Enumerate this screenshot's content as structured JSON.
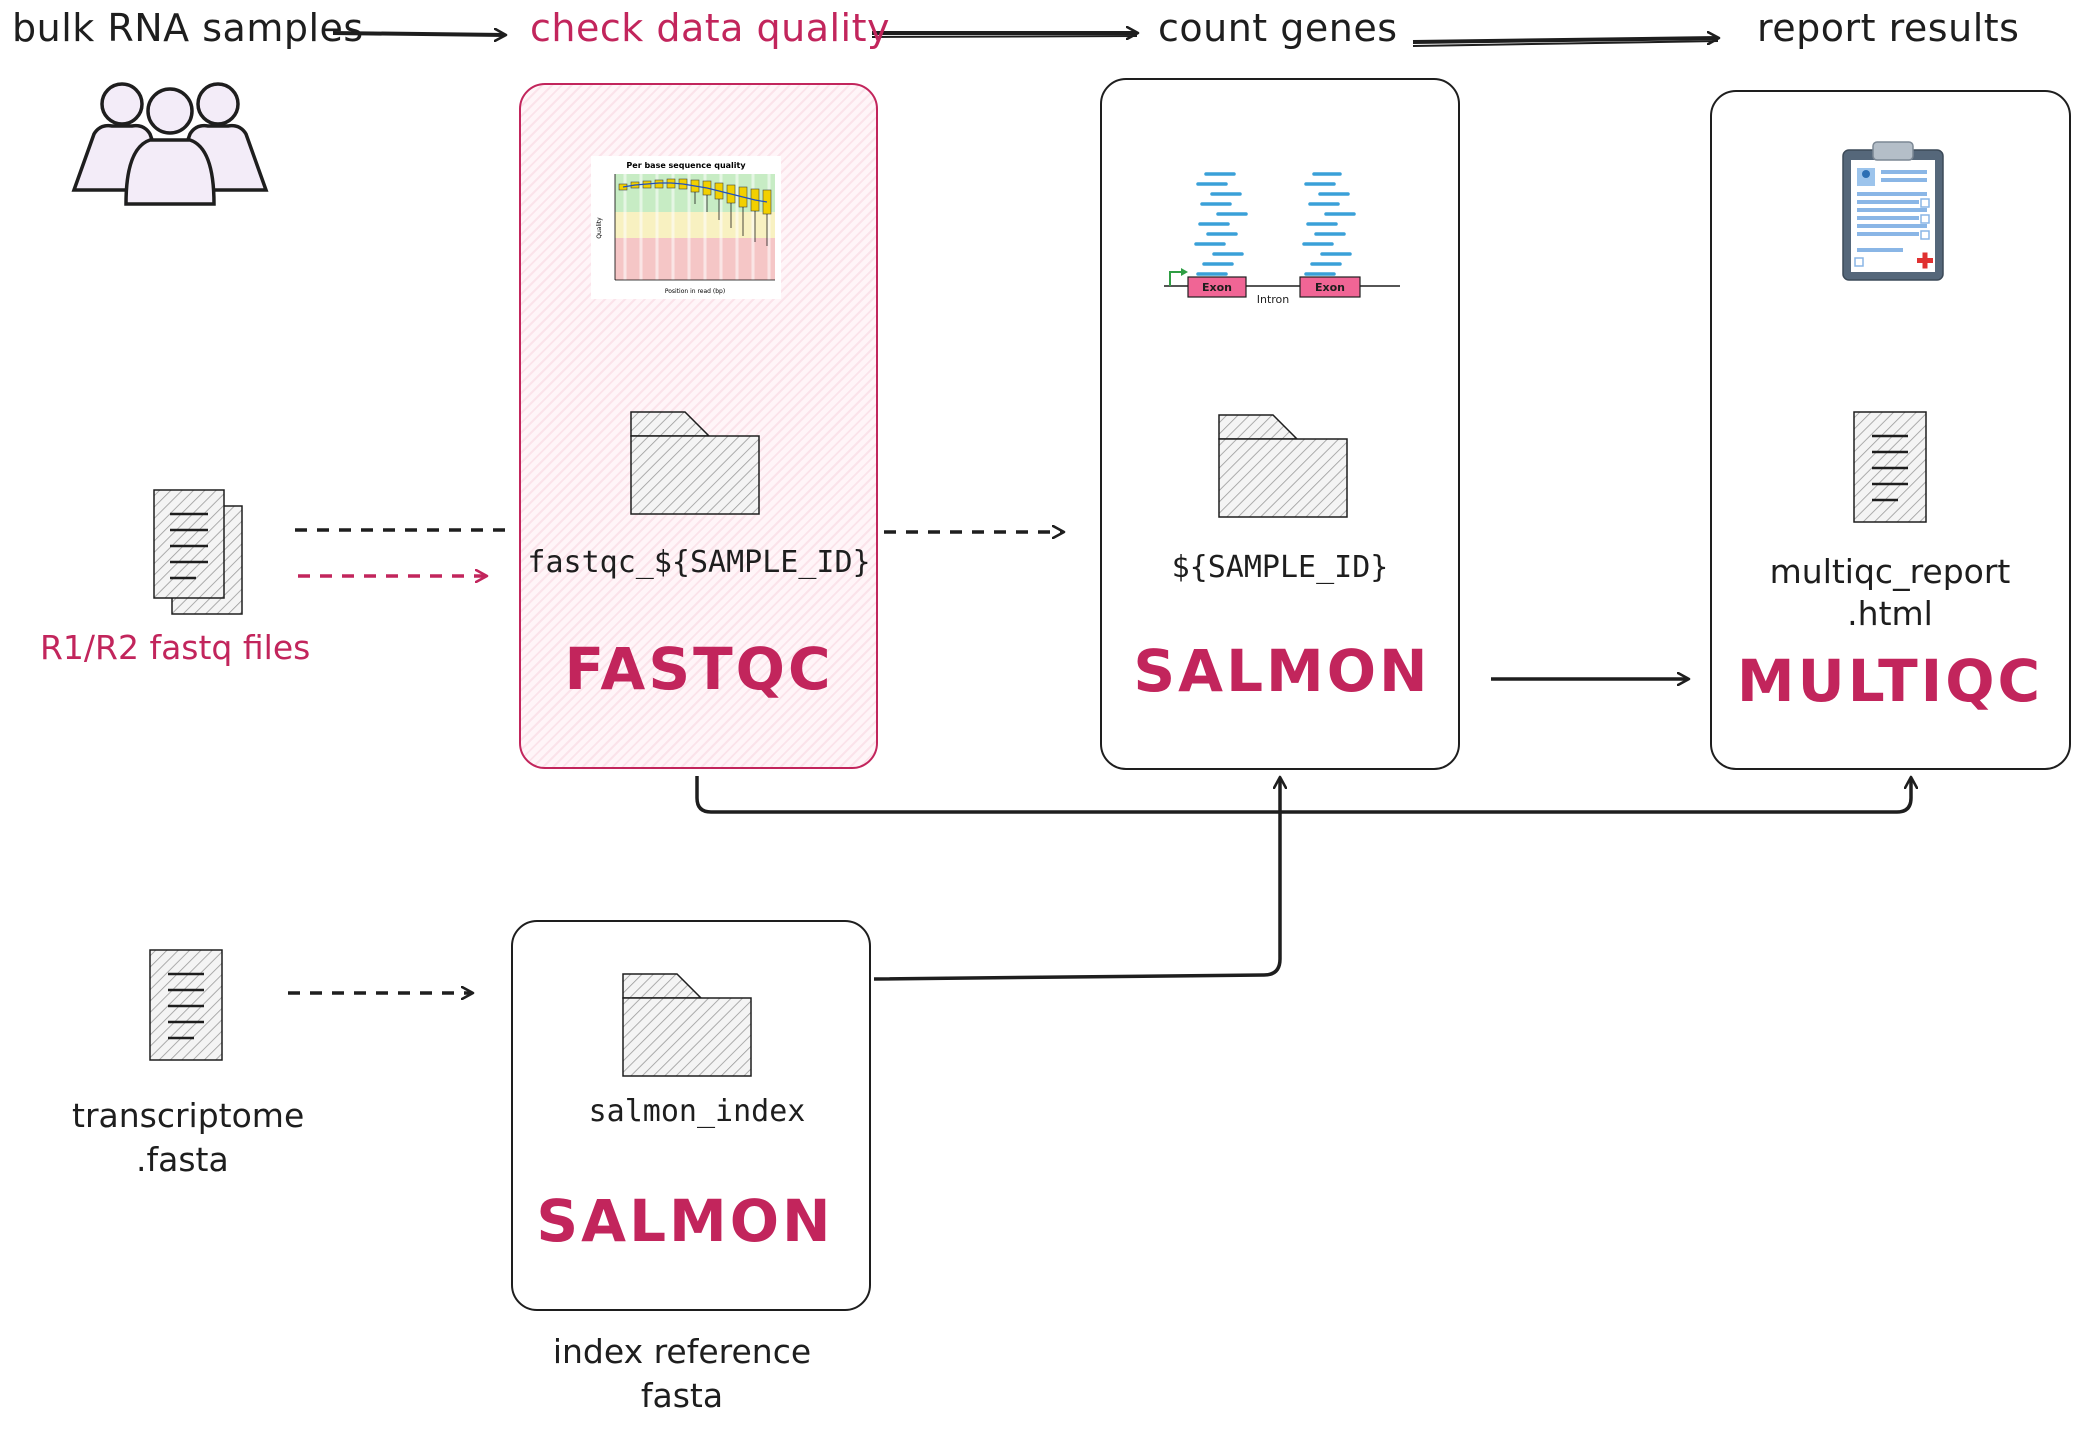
{
  "headers": {
    "step1": "bulk RNA samples",
    "step2": "check data quality",
    "step3": "count genes",
    "step4": "report results"
  },
  "inputs": {
    "fastq_label": "R1/R2 fastq files",
    "transcriptome_line1": "transcriptome",
    "transcriptome_line2": ".fasta"
  },
  "fastqc": {
    "tool": "FASTQC",
    "output_folder": "fastqc_${SAMPLE_ID}",
    "plot": {
      "title": "Per base sequence quality",
      "ylabel": "Quality",
      "xlabel": "Position in read (bp)"
    }
  },
  "salmon_quant": {
    "tool": "SALMON",
    "output_folder": "${SAMPLE_ID}",
    "gene_model": {
      "exon1": "Exon",
      "intron": "Intron",
      "exon2": "Exon"
    }
  },
  "multiqc": {
    "tool": "MULTIQC",
    "report_line1": "multiqc_report",
    "report_line2": ".html"
  },
  "salmon_index": {
    "tool": "SALMON",
    "output_folder": "salmon_index",
    "caption_line1": "index reference",
    "caption_line2": "fasta"
  },
  "colors": {
    "accent": "#c2255c",
    "stroke": "#1e1e1e",
    "fastqc_fill": "#fff0f5",
    "people_fill": "#f3ecf8",
    "read_blue": "#3aa0d8",
    "exon_pink": "#f06595"
  },
  "icons": [
    "people-icon",
    "document-icon",
    "folder-icon",
    "quality-plot-icon",
    "gene-reads-icon",
    "clipboard-report-icon"
  ]
}
